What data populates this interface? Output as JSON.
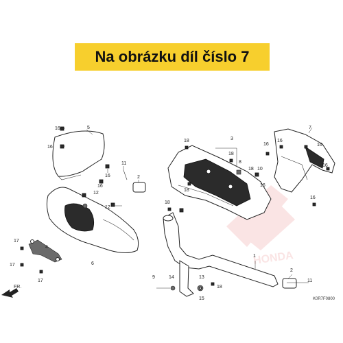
{
  "banner": {
    "text": "Na obrázku díl číslo 7",
    "color": "#f7cf2d"
  },
  "diagram_code": "K0R7F0800",
  "direction_label": "FR.",
  "part_labels": [
    "1",
    "2",
    "3",
    "4",
    "5",
    "6",
    "7",
    "8",
    "9",
    "10",
    "11",
    "12",
    "13",
    "14",
    "15",
    "16",
    "17",
    "18"
  ]
}
